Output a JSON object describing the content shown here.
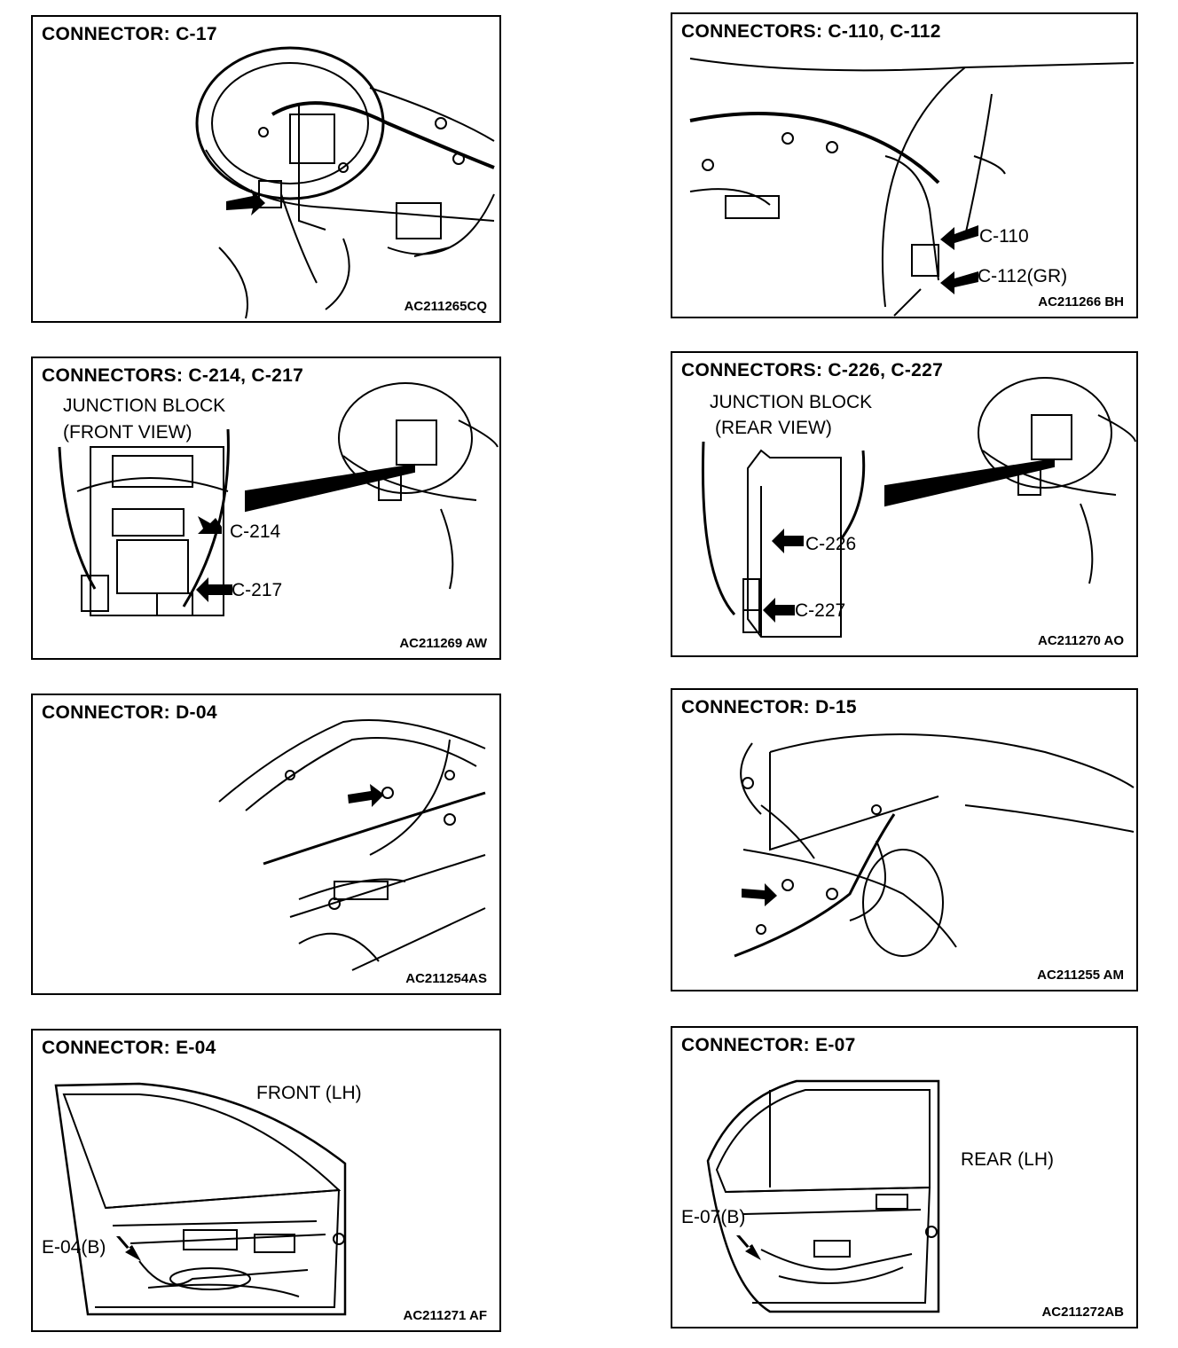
{
  "panels": [
    {
      "title": "CONNECTOR: C-17",
      "code": "AC211265CQ",
      "labels": []
    },
    {
      "title": "CONNECTORS: C-110, C-112",
      "code": "AC211266 BH",
      "labels": [
        "C-110",
        "C-112(GR)"
      ]
    },
    {
      "title": "CONNECTORS: C-214, C-217",
      "code": "AC211269 AW",
      "labels": [
        "JUNCTION BLOCK",
        "(FRONT VIEW)",
        "C-214",
        "C-217"
      ]
    },
    {
      "title": "CONNECTORS: C-226, C-227",
      "code": "AC211270 AO",
      "labels": [
        "JUNCTION BLOCK",
        "(REAR VIEW)",
        "C-226",
        "C-227"
      ]
    },
    {
      "title": "CONNECTOR: D-04",
      "code": "AC211254AS",
      "labels": []
    },
    {
      "title": "CONNECTOR: D-15",
      "code": "AC211255 AM",
      "labels": []
    },
    {
      "title": "CONNECTOR: E-04",
      "code": "AC211271 AF",
      "labels": [
        "FRONT (LH)",
        "E-04(B)"
      ]
    },
    {
      "title": "CONNECTOR: E-07",
      "code": "AC211272AB",
      "labels": [
        "REAR (LH)",
        "E-07(B)"
      ]
    }
  ]
}
